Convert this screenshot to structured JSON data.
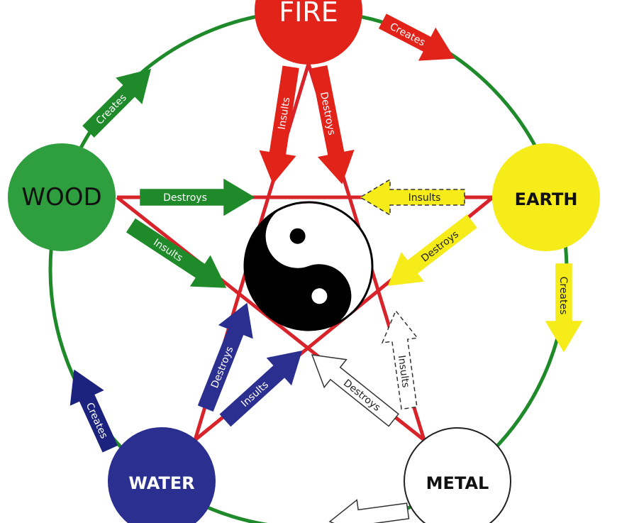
{
  "elements": {
    "fire": {
      "label": "FIRE",
      "color": "#e2231a",
      "text_color": "#ffffff"
    },
    "wood": {
      "label": "WOOD",
      "color": "#2e9e3e",
      "text_color": "#111111"
    },
    "earth": {
      "label": "EARTH",
      "color": "#f6ec1a",
      "text_color": "#111111"
    },
    "water": {
      "label": "WATER",
      "color": "#2b2f8f",
      "text_color": "#ffffff"
    },
    "metal": {
      "label": "METAL",
      "color": "#ffffff",
      "text_color": "#111111"
    }
  },
  "cycle_color": "#1f8a2a",
  "star_color": "#d8232a",
  "arrows": [
    {
      "id": "fire-creates",
      "label": "Creates",
      "color": "#e2231a",
      "text": "#fff",
      "dashed": false
    },
    {
      "id": "wood-creates",
      "label": "Creates",
      "color": "#1f8a2a",
      "text": "#fff",
      "dashed": false
    },
    {
      "id": "earth-creates",
      "label": "Creates",
      "color": "#f6ec1a",
      "text": "#222",
      "dashed": false
    },
    {
      "id": "water-creates",
      "label": "Creates",
      "color": "#1c237e",
      "text": "#fff",
      "dashed": false
    },
    {
      "id": "metal-creates",
      "label": "",
      "color": "#ffffff",
      "text": "#222",
      "dashed": false
    },
    {
      "id": "fire-insults",
      "label": "Insults",
      "color": "#e2231a",
      "text": "#fff",
      "dashed": false
    },
    {
      "id": "fire-destroys",
      "label": "Destroys",
      "color": "#e2231a",
      "text": "#fff",
      "dashed": false
    },
    {
      "id": "wood-destroys",
      "label": "Destroys",
      "color": "#1f8a2a",
      "text": "#fff",
      "dashed": false
    },
    {
      "id": "wood-insults",
      "label": "Insults",
      "color": "#1f8a2a",
      "text": "#fff",
      "dashed": false
    },
    {
      "id": "earth-insults",
      "label": "Insults",
      "color": "#f6ec1a",
      "text": "#222",
      "dashed": true
    },
    {
      "id": "earth-destroys",
      "label": "Destroys",
      "color": "#f6ec1a",
      "text": "#222",
      "dashed": false
    },
    {
      "id": "water-destroys",
      "label": "Destroys",
      "color": "#2b2f8f",
      "text": "#fff",
      "dashed": false
    },
    {
      "id": "water-insults",
      "label": "Insults",
      "color": "#2b2f8f",
      "text": "#fff",
      "dashed": false
    },
    {
      "id": "metal-destroys",
      "label": "Destroys",
      "color": "#ffffff",
      "text": "#222",
      "dashed": false
    },
    {
      "id": "metal-insults",
      "label": "Insults",
      "color": "#ffffff",
      "text": "#222",
      "dashed": true
    }
  ]
}
